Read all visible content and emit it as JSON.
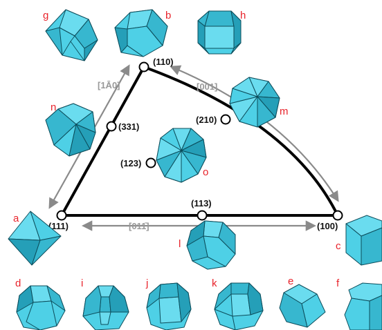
{
  "diagram": {
    "vertices": [
      {
        "id": "v110",
        "label": "(110)"
      },
      {
        "id": "v111",
        "label": "(111)"
      },
      {
        "id": "v100",
        "label": "(100)"
      }
    ],
    "edge_points": [
      {
        "id": "p331",
        "label": "(331)"
      },
      {
        "id": "p210",
        "label": "(210)"
      },
      {
        "id": "p113",
        "label": "(113)"
      }
    ],
    "interior_point": {
      "id": "p123",
      "label": "(123)"
    },
    "directions": [
      {
        "id": "dir-1-1bar-0",
        "label": "[1Ā0]"
      },
      {
        "id": "dir-001",
        "label": "[001]"
      },
      {
        "id": "dir-01-1bar",
        "label": "[011̄]"
      }
    ],
    "crystals": [
      "g",
      "b",
      "h",
      "n",
      "m",
      "o",
      "a",
      "l",
      "c",
      "d",
      "i",
      "j",
      "k",
      "e",
      "f"
    ],
    "colors": {
      "outline": "#000000",
      "arrow": "#8a8a8a",
      "direction": "#999999",
      "letter": "#e8232b",
      "crystal": "#4ed0e6"
    }
  }
}
